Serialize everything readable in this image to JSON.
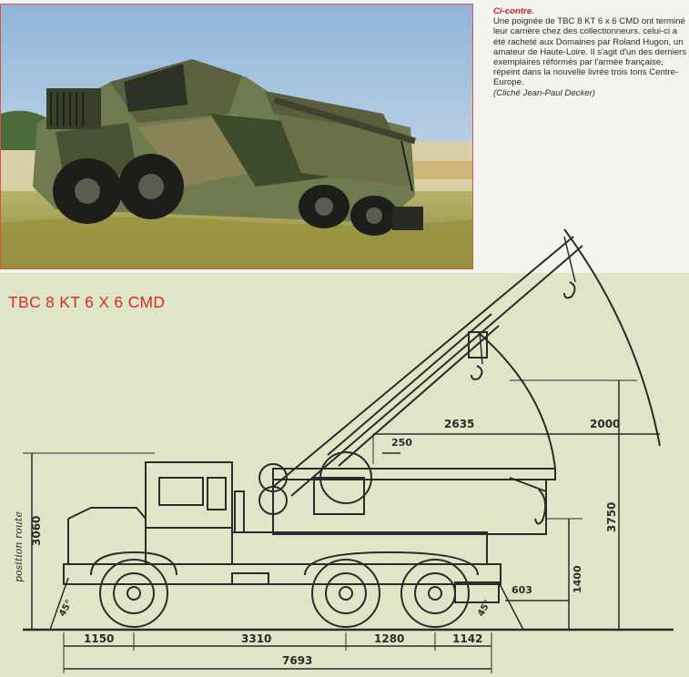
{
  "caption": {
    "title": "Ci-contre.",
    "body": "Une poignée de TBC 8 KT 6 x 6 CMD ont terminé leur carrière chez des collectionneurs. celui-ci a été racheté aux Domaines par Roland Hugon, un amateur de Haute-Loire. Il s'agit d'un des derniers exemplaires réformés par l'armée française, répeint dans la nouvelle livrée trois tons Centre-Europe.",
    "credit": "(Cliché Jean-Paul Decker)"
  },
  "drawing": {
    "title": "TBC 8 KT 6 X 6 CMD",
    "side_label": "position route",
    "dimensions": {
      "d3060": "3060",
      "d250": "250",
      "d2635": "2635",
      "d2000": "2000",
      "d3750": "3750",
      "d1400": "1400",
      "d603": "603",
      "d1150": "1150",
      "d3310": "3310",
      "d1280": "1280",
      "d1142": "1142",
      "d7693": "7693",
      "angle_front": "45°",
      "angle_rear": "45°"
    }
  },
  "colors": {
    "accent": "#d62a2a",
    "paper": "#dfe6c8",
    "ink": "#2b2b2b"
  }
}
